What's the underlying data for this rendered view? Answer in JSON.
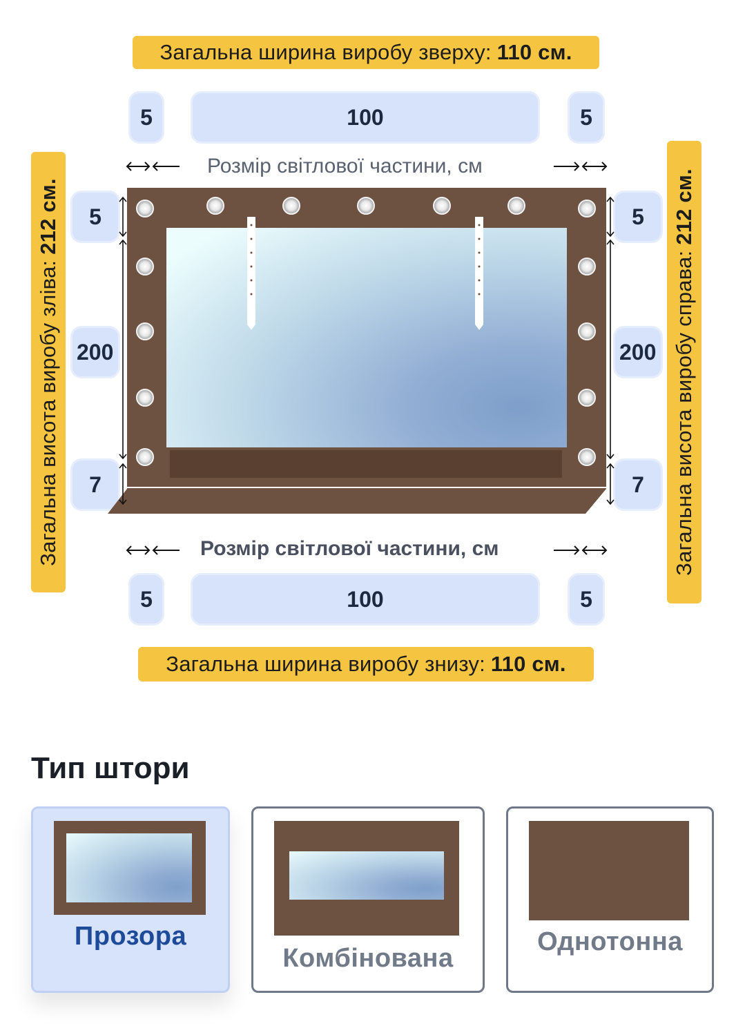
{
  "top_label": {
    "text": "Загальна ширина виробу зверху:",
    "value": "110 см."
  },
  "bottom_label": {
    "text": "Загальна ширина виробу знизу:",
    "value": "110 см."
  },
  "left_label": {
    "text": "Загальна висота виробу зліва:",
    "value": "212 см."
  },
  "right_label": {
    "text": "Загальна висота виробу справа:",
    "value": "212 см."
  },
  "top_dims": {
    "left": "5",
    "center": "100",
    "right": "5"
  },
  "bottom_dims": {
    "left": "5",
    "center": "100",
    "right": "5"
  },
  "left_dims": {
    "top": "5",
    "middle": "200",
    "bottom": "7"
  },
  "right_dims": {
    "top": "5",
    "middle": "200",
    "bottom": "7"
  },
  "light_caption_top": "Розмір світлової частини, см",
  "light_caption_bottom": "Розмір світлової частини, см",
  "section_title": "Тип штори",
  "options": [
    {
      "label": "Прозора",
      "selected": true
    },
    {
      "label": "Комбінована",
      "selected": false
    },
    {
      "label": "Однотонна",
      "selected": false
    }
  ],
  "colors": {
    "frame": "#6d5241",
    "highlight": "#f5c542",
    "dim_box": "#d7e3fb",
    "selected_label": "#1e4a9a"
  }
}
